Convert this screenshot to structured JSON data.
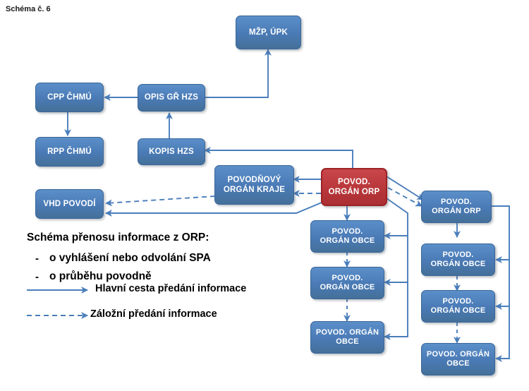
{
  "caption": "Schéma č. 6",
  "colors": {
    "blue_fill": "#4a7ab5",
    "blue_border": "#3a6699",
    "red_fill": "#b8373a",
    "red_border": "#9c2226",
    "edge": "#4a7ebb",
    "background": "#ffffff",
    "text": "#000000"
  },
  "nodes": {
    "mzp_upk": "MŽP, ÚPK",
    "cpp_chmu": "CPP ČHMÚ",
    "opis_gr_hzs": "OPIS GŘ HZS",
    "rpp_chmu": "RPP ČHMÚ",
    "kopis_hzs": "KOPIS HZS",
    "povodnovy_organ_kraje_l1": "POVODŇOVÝ",
    "povodnovy_organ_kraje_l2": "ORGÁN KRAJE",
    "povod_organ_orp_l1": "POVOD.",
    "povod_organ_orp_l2": "ORGÁN ORP",
    "vhd_povodi": "VHD POVODÍ",
    "mid_obce_1_l1": "POVOD.",
    "mid_obce_1_l2": "ORGÁN OBCE",
    "mid_obce_2_l1": "POVOD.",
    "mid_obce_2_l2": "ORGÁN OBCE",
    "mid_obce_3_l1": "POVOD. ORGÁN",
    "mid_obce_3_l2": "OBCE",
    "right_orp_l1": "POVOD.",
    "right_orp_l2": "ORGÁN ORP",
    "right_obce_1_l1": "POVOD.",
    "right_obce_1_l2": "ORGÁN OBCE",
    "right_obce_2_l1": "POVOD.",
    "right_obce_2_l2": "ORGÁN OBCE",
    "right_obce_3_l1": "POVOD. ORGÁN",
    "right_obce_3_l2": "OBCE"
  },
  "legend": {
    "title": "Schéma přenosu informace z ORP:",
    "bullet_marker": "-",
    "bullet_1": "o vyhlášení nebo odvolání SPA",
    "bullet_2": "o průběhu povodně",
    "solid_label": "Hlavní cesta předání informace",
    "dashed_label": "Záložní předání informace"
  }
}
